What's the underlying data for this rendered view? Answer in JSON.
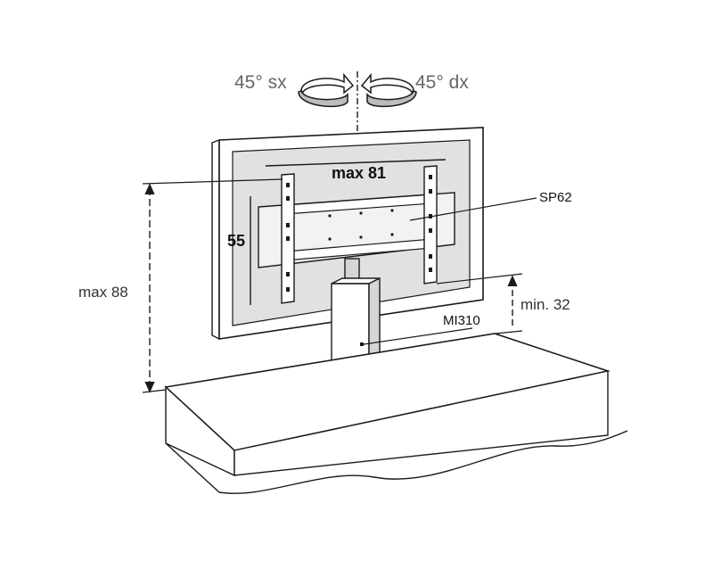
{
  "labels": {
    "rot_left": "45° sx",
    "rot_right": "45° dx",
    "max_width": "max 81",
    "screen_height": "55",
    "max_height": "max 88",
    "min_height": "min. 32",
    "bracket_part": "SP62",
    "column_part": "MI310"
  },
  "colors": {
    "line": "#1a1a1a",
    "screen_fill": "#e1e1e1",
    "text_gray": "#666666"
  }
}
